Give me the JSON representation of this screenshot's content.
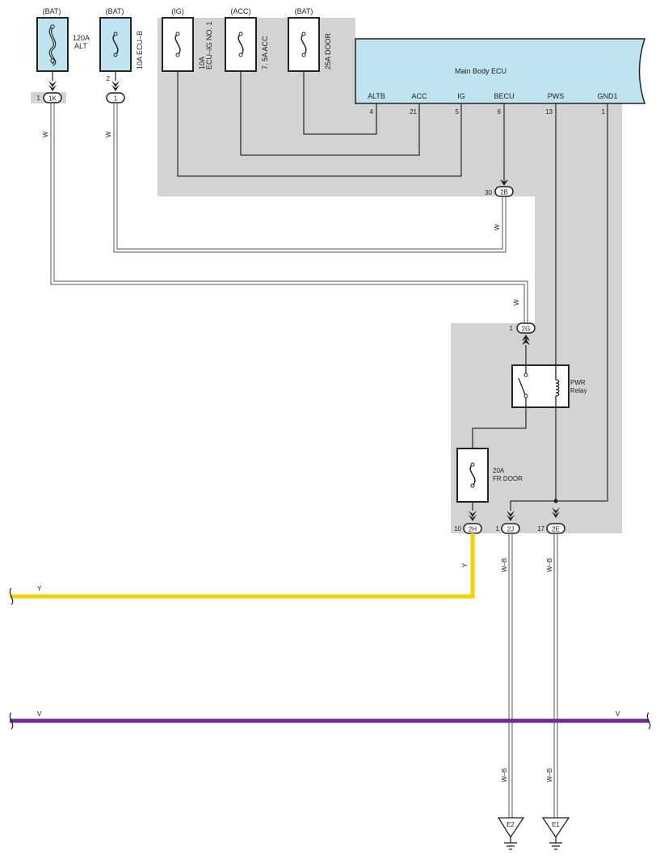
{
  "fuses": [
    {
      "source": "(BAT)",
      "rating": "120A",
      "name": "ALT"
    },
    {
      "source": "(BAT)",
      "rating": "10A ECU–B",
      "name": ""
    },
    {
      "source": "(IG)",
      "rating": "10A",
      "name": "ECU–IG NO. 1"
    },
    {
      "source": "(ACC)",
      "rating": "7. 5A ACC",
      "name": ""
    },
    {
      "source": "(BAT)",
      "rating": "25A DOOR",
      "name": ""
    }
  ],
  "ecu": {
    "title": "Main Body ECU",
    "pins": [
      {
        "name": "ALTB",
        "num": "4"
      },
      {
        "name": "ACC",
        "num": "21"
      },
      {
        "name": "IG",
        "num": "5"
      },
      {
        "name": "BECU",
        "num": "6"
      },
      {
        "name": "PWS",
        "num": "13"
      },
      {
        "name": "GND1",
        "num": "1"
      }
    ]
  },
  "connectors": {
    "c1k": {
      "pin": "1",
      "id": "1K"
    },
    "c1": {
      "pin": "2",
      "id": "1"
    },
    "c2b": {
      "pin": "30",
      "id": "2B"
    },
    "c2g": {
      "pin": "1",
      "id": "2G"
    },
    "c2h": {
      "pin": "10",
      "id": "2H"
    },
    "c2j": {
      "pin": "1",
      "id": "2J"
    },
    "c2e": {
      "pin": "17",
      "id": "2E"
    }
  },
  "relay": {
    "line1": "PWR",
    "line2": "Relay"
  },
  "fr_fuse": {
    "rating": "20A",
    "name": "FR DOOR"
  },
  "wire_colors": {
    "w": "W",
    "y": "Y",
    "v": "V",
    "wb": "W–B"
  },
  "grounds": {
    "e2": "E2",
    "e1": "E1"
  },
  "colors": {
    "ecu_fill": "#bfe3ef",
    "fuse_fill": "#bfe3ef",
    "shade": "#d3d3d5",
    "yellow": "#f5d100",
    "violet": "#6a2c8e"
  }
}
